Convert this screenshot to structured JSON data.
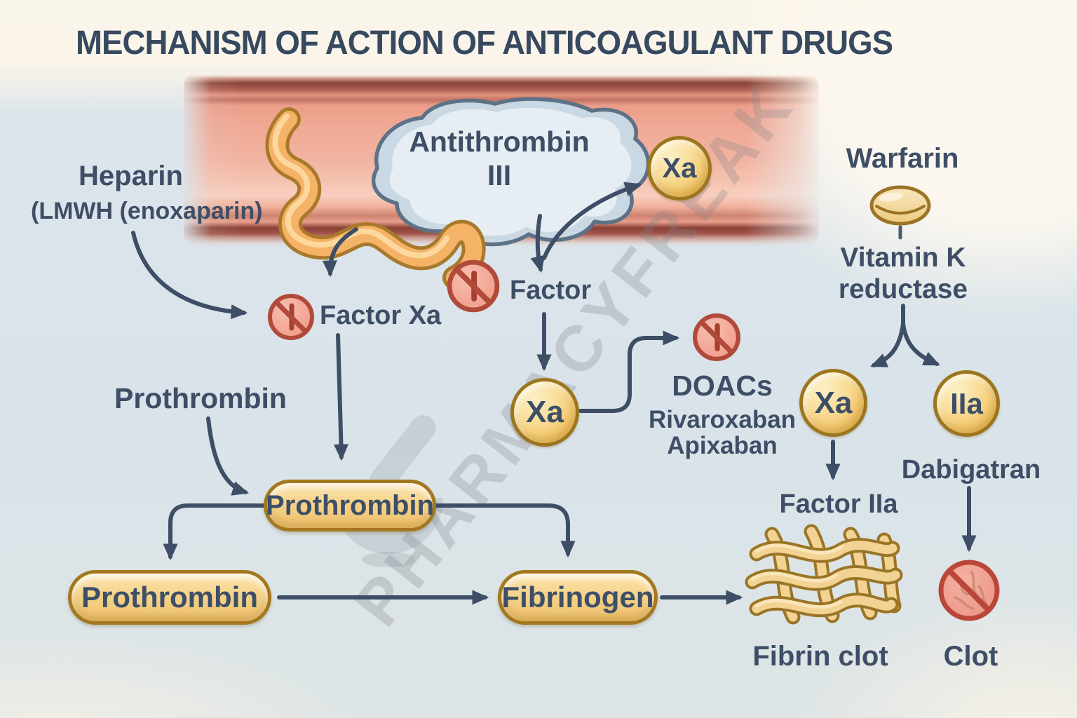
{
  "title": "MECHANISM OF ACTION OF ANTICOAGULANT DRUGS",
  "watermark": {
    "text": "PHARMACYFREAK"
  },
  "colors": {
    "background": "#d9e3e9",
    "cream": "#faf5ea",
    "text": "#3e4e66",
    "arrow": "#3d4e66",
    "vessel_fill": "#efa893",
    "vessel_wall": "#8a4238",
    "gold_fill": "#f3cd7d",
    "gold_border": "#9c761f",
    "prohibit_red": "#b04a3a",
    "blob_fill": "#dbe6ee"
  },
  "nodes": {
    "heparin": {
      "line1": "Heparin",
      "line2": "(LMWH (enoxaparin)"
    },
    "antithrombin": {
      "line1": "Antithrombin",
      "line2": "III"
    },
    "xa_vessel": "Xa",
    "warfarin": "Warfarin",
    "vitamin_k": {
      "line1": "Vitamin K",
      "line2": "reductase"
    },
    "factor_xa": "Factor Xa",
    "factor": "Factor",
    "xa_intermediate": "Xa",
    "doacs": {
      "line1": "DOACs",
      "line2": "Rivaroxaban",
      "line3": "Apixaban"
    },
    "xa_right": "Xa",
    "iia_right": "IIa",
    "factor_iia": "Factor IIa",
    "dabigatran": "Dabigatran",
    "prothrombin_label": "Prothrombin",
    "prothrombin_box_mid": "Prothrombin",
    "prothrombin_box_bottom": "Prothrombin",
    "fibrinogen_box": "Fibrinogen",
    "fibrin_clot_label": "Fibrin clot",
    "clot_label": "Clot"
  }
}
